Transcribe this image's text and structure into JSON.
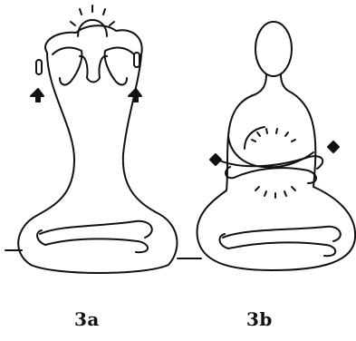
{
  "figures": [
    {
      "id": "a",
      "caption": "3a"
    },
    {
      "id": "b",
      "caption": "3b"
    }
  ],
  "colors": {
    "ink": "#111111",
    "paper": "#ffffff"
  }
}
